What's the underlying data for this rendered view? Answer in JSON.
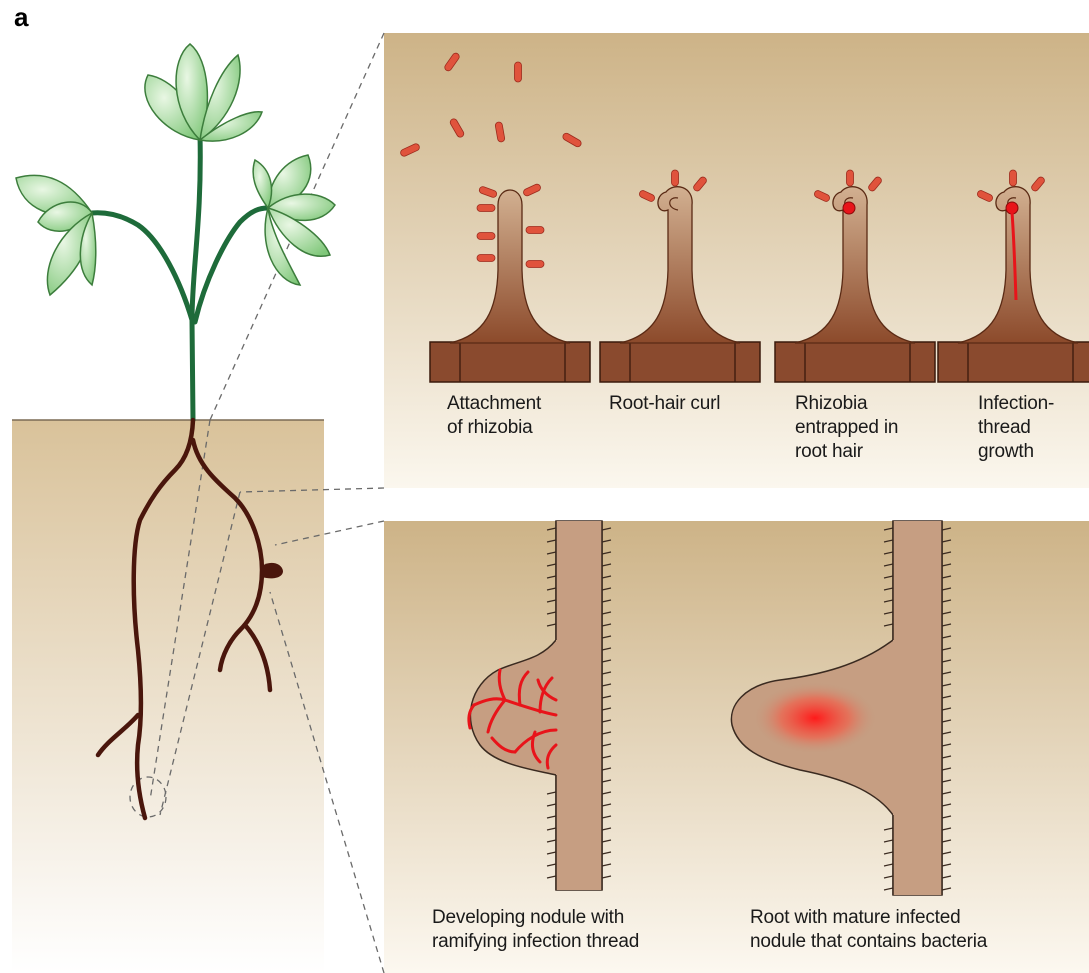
{
  "panel_letter": "a",
  "colors": {
    "panel_top": "#cfb78c",
    "panel_bottom": "#fbf6ec",
    "soil_top": "#dcc69e",
    "soil_bottom": "#ffffff",
    "root": "#4a160c",
    "stem": "#1e6b3a",
    "leaf": "#9fd596",
    "root_hair": "#b98a68",
    "root_base": "#8a4a2e",
    "rhizobia": "#e0533c",
    "infection": "#e8141a"
  },
  "stages": [
    {
      "id": "attachment",
      "lines": [
        "Attachment",
        "of rhizobia"
      ]
    },
    {
      "id": "curl",
      "lines": [
        "Root-hair curl"
      ]
    },
    {
      "id": "entrapped",
      "lines": [
        "Rhizobia",
        "entrapped in",
        "root hair"
      ]
    },
    {
      "id": "thread",
      "lines": [
        "Infection-",
        "thread",
        "growth"
      ]
    }
  ],
  "nodules": [
    {
      "id": "developing",
      "lines": [
        "Developing nodule with",
        "ramifying infection thread"
      ]
    },
    {
      "id": "mature",
      "lines": [
        "Root with mature infected",
        "nodule that contains bacteria"
      ]
    }
  ]
}
